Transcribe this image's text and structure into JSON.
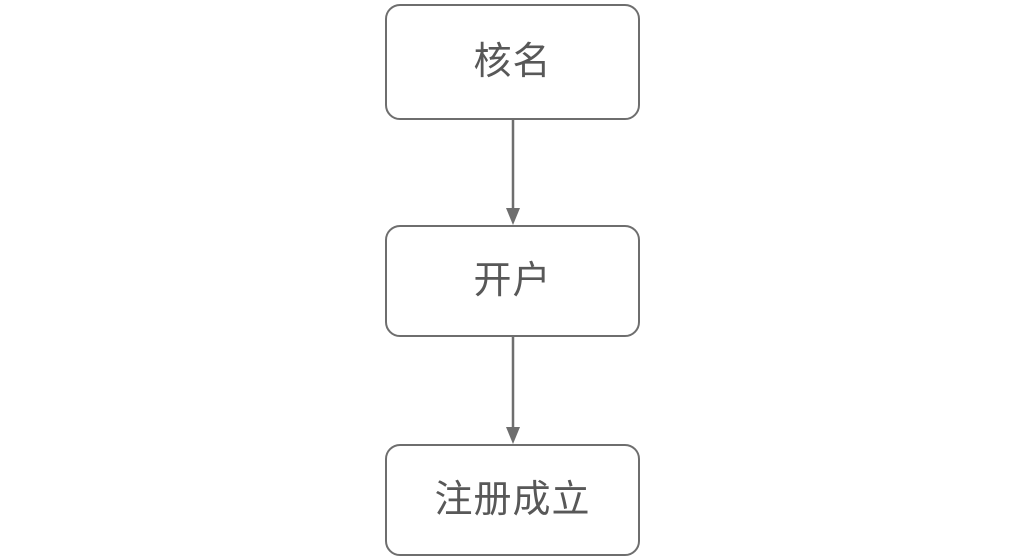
{
  "diagram": {
    "title": "",
    "type": "flowchart",
    "orientation": "vertical",
    "background_color": "#ffffff",
    "node_fill_color": "#ffffff",
    "node_border_color": "#6e6e6e",
    "text_color": "#585858",
    "connector_color": "#6e6e6e",
    "nodes": [
      {
        "id": "node-0",
        "label": "核名",
        "shape": "rounded-rectangle",
        "order": 1
      },
      {
        "id": "node-1",
        "label": "开户",
        "shape": "rounded-rectangle",
        "order": 2
      },
      {
        "id": "node-2",
        "label": "注册成立",
        "shape": "rounded-rectangle",
        "order": 3
      }
    ],
    "connectors": [
      {
        "id": "connector-0",
        "from": "node-0",
        "to": "node-1",
        "style": "solid",
        "arrowhead": "filled-triangle",
        "label": ""
      },
      {
        "id": "connector-1",
        "from": "node-1",
        "to": "node-2",
        "style": "solid",
        "arrowhead": "filled-triangle",
        "label": ""
      }
    ]
  }
}
